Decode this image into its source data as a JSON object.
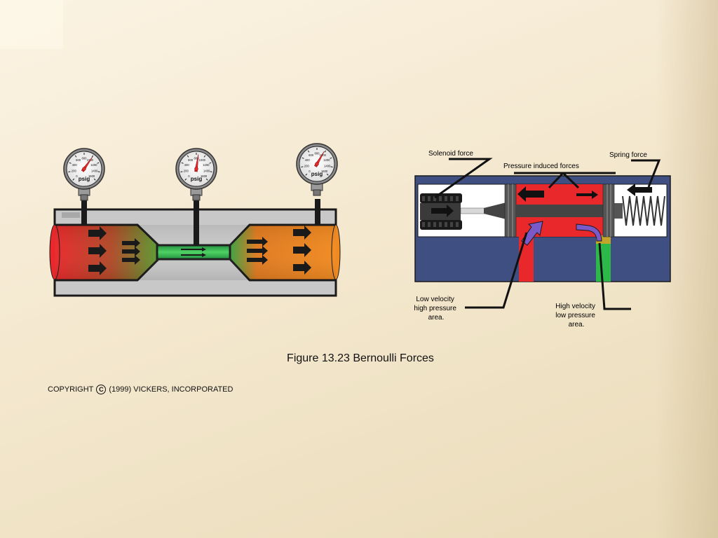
{
  "figure": {
    "caption": "Figure 13.23 Bernoulli Forces"
  },
  "copyright": {
    "prefix": "COPYRIGHT",
    "symbol": "C",
    "text": "(1999) VICKERS, INCORPORATED"
  },
  "venturi": {
    "gauge_unit": "psig",
    "gauge_ticks": [
      "0",
      "200",
      "400",
      "600",
      "800",
      "1000",
      "1200",
      "1400",
      "1600"
    ],
    "colors": {
      "high_pressure": "#e8282a",
      "inlet_blend": "#7a8a30",
      "throat": "#2db84a",
      "outlet": "#f07a1c",
      "body": "#c8c8c8"
    }
  },
  "valve": {
    "labels": {
      "solenoid_force": "Solenoid force",
      "pressure_forces": "Pressure induced forces",
      "spring_force": "Spring force",
      "low_velocity": [
        "Low velocity",
        "high pressure",
        "area."
      ],
      "high_velocity": [
        "High velocity",
        "low pressure",
        "area."
      ]
    },
    "colors": {
      "housing": "#3f4f82",
      "chamber": "#e8282a",
      "port_green": "#2db84a",
      "flow_arrow": "#7a5ac8",
      "spool": "#3a3a3a"
    }
  }
}
